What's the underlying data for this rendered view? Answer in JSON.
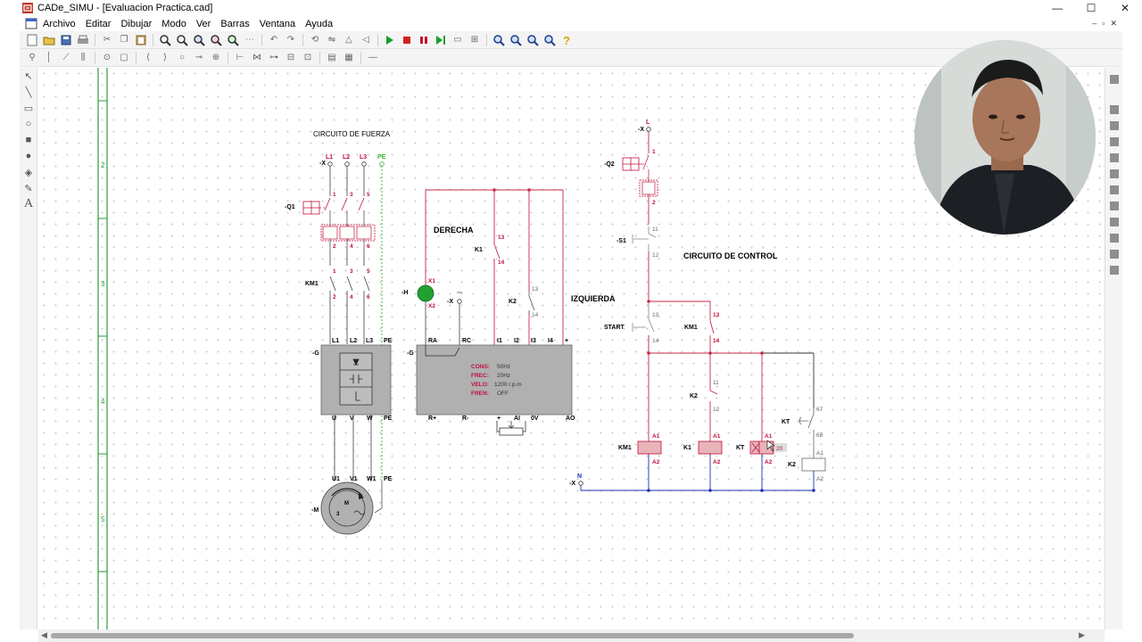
{
  "window": {
    "title": "CADe_SIMU - [Evaluacion Practica.cad]",
    "controls": [
      "—",
      "☐",
      "✕"
    ],
    "mdi_controls": [
      "–",
      "▫",
      "✕"
    ]
  },
  "menu": [
    "Archivo",
    "Editar",
    "Dibujar",
    "Modo",
    "Ver",
    "Barras",
    "Ventana",
    "Ayuda"
  ],
  "left_ruler_marks": [
    "2",
    "3",
    "4",
    "5"
  ],
  "schematic": {
    "power_title": "CIRCUITO DE FUERZA",
    "control_title": "CIRCUITO DE CONTROL",
    "derecha": "DERECHA",
    "izquierda": "IZQUIERDA",
    "power": {
      "x_label": "-X",
      "phases": [
        "L1",
        "L2",
        "L3",
        "PE"
      ],
      "q1": "-Q1",
      "km1": "KM1",
      "top_nums": [
        "1",
        "3",
        "5"
      ],
      "bot_nums": [
        "2",
        "4",
        "6"
      ],
      "g_label": "-G",
      "g_top": [
        "L1",
        "L2",
        "L3",
        "PE"
      ],
      "g_bottom": [
        "U",
        "V",
        "W",
        "PE"
      ],
      "motor_terms": [
        "U1",
        "V1",
        "W1",
        "PE"
      ],
      "motor_label": "-M",
      "motor_text": [
        "M",
        "3"
      ]
    },
    "drive": {
      "g_label": "-G",
      "top_terms": [
        "RA",
        "RC",
        "I1",
        "I2",
        "I3",
        "I4",
        "+"
      ],
      "bottom_terms": [
        "R+",
        "R-",
        "+",
        "AI",
        "0V",
        "AO"
      ],
      "params": [
        {
          "name": "CONS:",
          "value": "50Hz"
        },
        {
          "name": "FREC:",
          "value": "20Hz"
        },
        {
          "name": "VELO:",
          "value": "1200  r.p.m"
        },
        {
          "name": "FREN:",
          "value": "OFF"
        }
      ],
      "h_label": "-H",
      "x1": "X1",
      "x2": "X2",
      "x_label": "-X",
      "k1": "K1",
      "k1_nums": [
        "13",
        "14"
      ],
      "k2": "K2",
      "k2_nums": [
        "13",
        "14"
      ]
    },
    "control": {
      "l_label": "L",
      "x_label": "-X",
      "n_label": "N",
      "q2": "-Q2",
      "q2_nums": [
        "1",
        "2"
      ],
      "s1": "-S1",
      "s1_nums": [
        "11",
        "12"
      ],
      "start": "START",
      "start_nums": [
        "13",
        "14"
      ],
      "km1": "KM1",
      "km1_nums": [
        "13",
        "14"
      ],
      "k2": "K2",
      "k2_nums": [
        "11",
        "12"
      ],
      "kt": "KT",
      "kt_nums": [
        "67",
        "68"
      ],
      "coils": [
        {
          "label": "KM1",
          "a1": "A1",
          "a2": "A2"
        },
        {
          "label": "K1",
          "a1": "A1",
          "a2": "A2"
        },
        {
          "label": "KT",
          "a1": "A1",
          "a2": "A2",
          "time": "20"
        },
        {
          "label": "K2",
          "a1": "A1",
          "a2": "A2"
        }
      ]
    }
  },
  "colors": {
    "red_wire": "#c8284a",
    "blue_wire": "#1a2fb0",
    "pe_green": "#3ab03a",
    "component_gray": "#b0b0b0",
    "coil_fill": "#e8b4b8",
    "ruler_green": "#2e9a3e",
    "label_red": "#c0103a"
  }
}
